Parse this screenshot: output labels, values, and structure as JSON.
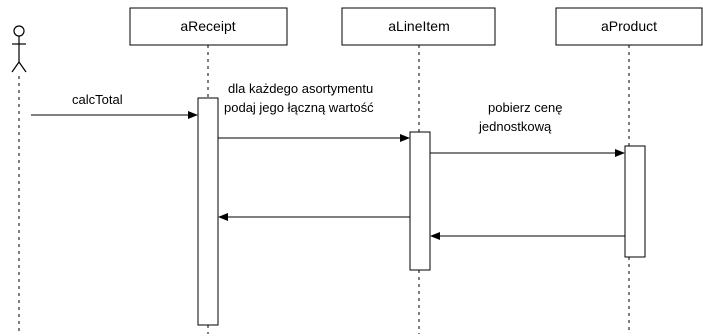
{
  "participants": [
    {
      "id": "receipt",
      "label": "aReceipt"
    },
    {
      "id": "lineitem",
      "label": "aLineItem"
    },
    {
      "id": "product",
      "label": "aProduct"
    }
  ],
  "messages": [
    {
      "id": "calc-total",
      "from": "actor",
      "to": "receipt",
      "lines": [
        "calcTotal"
      ]
    },
    {
      "id": "each-item-total",
      "from": "receipt",
      "to": "lineitem",
      "lines": [
        "dla każdego asortymentu",
        "podaj jego łączną wartość"
      ]
    },
    {
      "id": "get-unit-price",
      "from": "lineitem",
      "to": "product",
      "lines": [
        "pobierz cenę",
        "jednostkową"
      ]
    },
    {
      "id": "return-price",
      "from": "product",
      "to": "lineitem",
      "lines": []
    },
    {
      "id": "return-total",
      "from": "lineitem",
      "to": "receipt",
      "lines": []
    }
  ],
  "colors": {
    "stroke": "#000000",
    "background": "#ffffff"
  }
}
